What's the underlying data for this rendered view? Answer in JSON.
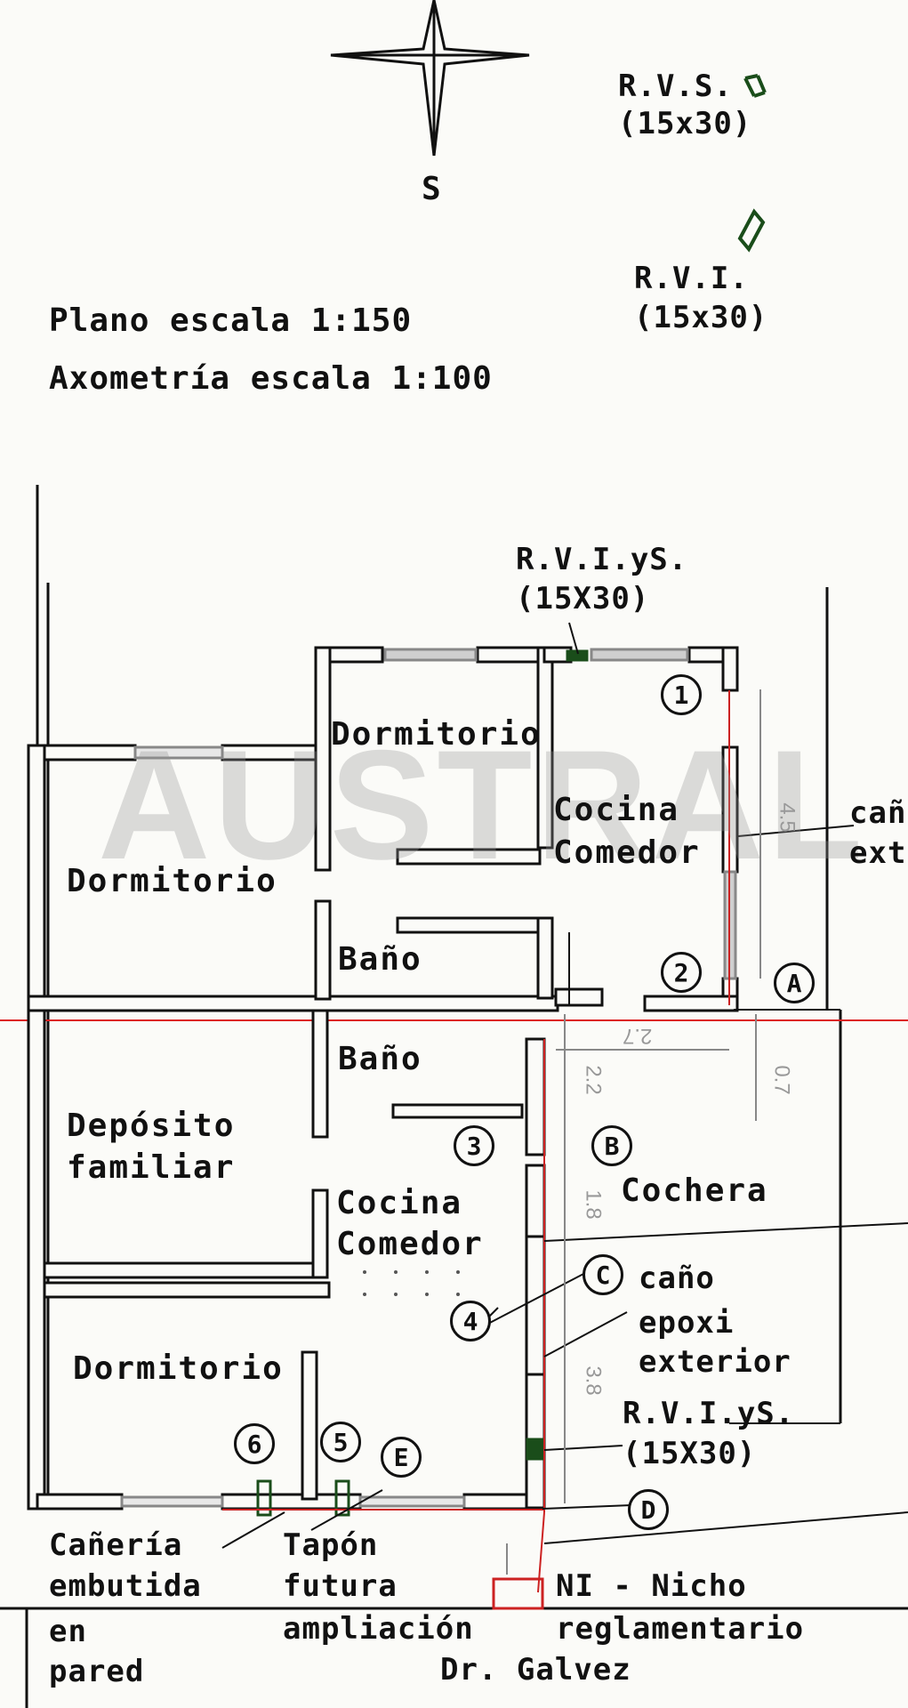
{
  "compass": {
    "south_label": "S"
  },
  "legend": {
    "rvs_name": "R.V.S.",
    "rvs_size": "(15x30)",
    "rvi_name": "R.V.I.",
    "rvi_size": "(15x30)"
  },
  "scale": {
    "plan": "Plano escala 1:150",
    "axonometry": "Axometría escala 1:100"
  },
  "top_unit": {
    "rviys_name": "R.V.I.yS.",
    "rviys_size": "(15X30)",
    "room_bedroom_small": "Dormitorio",
    "room_bedroom_left": "Dormitorio",
    "room_kitchen_line1": "Cocina",
    "room_kitchen_line2": "Comedor",
    "room_bath": "Baño",
    "side_label_line1": "caño",
    "side_label_line2": "ext"
  },
  "bottom_unit": {
    "room_bath": "Baño",
    "room_storage_line1": "Depósito",
    "room_storage_line2": "familiar",
    "room_kitchen_line1": "Cocina",
    "room_kitchen_line2": "Comedor",
    "room_bedroom": "Dormitorio",
    "garage": "Cochera",
    "pipe_line1": "caño",
    "pipe_line2": "epoxi",
    "pipe_line3": "exterior",
    "rviys_name": "R.V.I.yS.",
    "rviys_size": "(15X30)"
  },
  "markers": {
    "n1": "1",
    "n2": "2",
    "n3": "3",
    "n4": "4",
    "n5": "5",
    "n6": "6",
    "a": "A",
    "b": "B",
    "c": "C",
    "d": "D",
    "e": "E"
  },
  "dimensions": {
    "d1": "4.5",
    "d2": "2.7",
    "d3": "0.7",
    "d4": "2.2",
    "d5": "1.8",
    "d6": "3.8"
  },
  "notes": {
    "embedded_line1": "Cañería",
    "embedded_line2": "embutida",
    "embedded_line3": "en",
    "embedded_line4": "pared",
    "plug_line1": "Tapón",
    "plug_line2": "futura",
    "plug_line3": "ampliación",
    "niche_line1": "NI - Nicho",
    "niche_line2": "reglamentario",
    "street": "Dr. Galvez"
  },
  "watermark": "AUSTRAL"
}
